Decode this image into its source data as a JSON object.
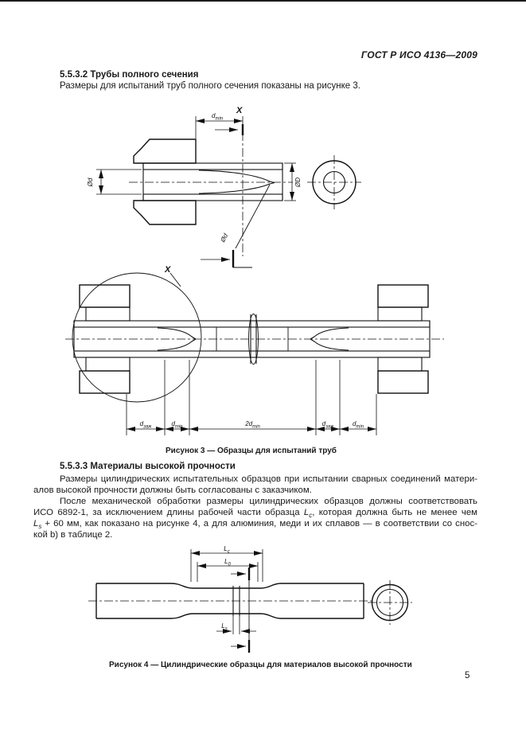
{
  "page": {
    "header_title": "ГОСТ Р ИСО 4136—2009",
    "page_number": "5"
  },
  "section_5_5_3_2": {
    "heading": "5.5.3.2 Трубы полного сечения",
    "intro": "Размеры для испытаний труб полного сечения показаны на рисунке 3."
  },
  "figure3": {
    "caption": "Рисунок 3 — Образцы для испытаний труб",
    "top": {
      "section_label": "X",
      "dim_free_length": {
        "base": "d",
        "sub": "min"
      },
      "dim_inner_dia": "Ød",
      "dim_outer_dia": "ØD",
      "dim_weld_dia": "Ød"
    },
    "bottom": {
      "detail_label": "X",
      "dim_grip_left": {
        "base": "d",
        "sub": "заж"
      },
      "dim_free_left": {
        "base": "d",
        "sub": "min"
      },
      "dim_center": {
        "base": "2d",
        "sub": "min"
      },
      "dim_grip_right": {
        "base": "d",
        "sub": "заж"
      },
      "dim_free_right": {
        "base": "d",
        "sub": "min"
      }
    }
  },
  "section_5_5_3_3": {
    "heading": "5.5.3.3 Материалы высокой прочности",
    "p1_l1": "Размеры цилиндрических испытательных образцов при испытании сварных соединений матери-",
    "p1_l2": "алов высокой прочности должны быть согласованы с заказчиком.",
    "p2_l1": "После механической обработки размеры цилиндрических образцов должны соответствовать",
    "p2_l2_a": "ИСО 6892-1, за исключением длины рабочей части образца ",
    "p2_l2_b": "L",
    "p2_l2_c": "c",
    "p2_l2_d": ", которая должна быть не менее чем",
    "p2_l3_a": "L",
    "p2_l3_b": "s",
    "p2_l3_c": " + 60 мм, как показано на рисунке 4, а для алюминия, меди и их сплавов — в соответствии со снос-",
    "p2_l4": "кой b) в таблице 2."
  },
  "figure4": {
    "caption": "Рисунок 4 — Цилиндрические образцы для материалов высокой прочности",
    "dim_parallel": {
      "base": "L",
      "sub": "c"
    },
    "dim_gauge": {
      "base": "L",
      "sub": "0"
    },
    "dim_weld": {
      "base": "L",
      "sub": "s"
    }
  }
}
